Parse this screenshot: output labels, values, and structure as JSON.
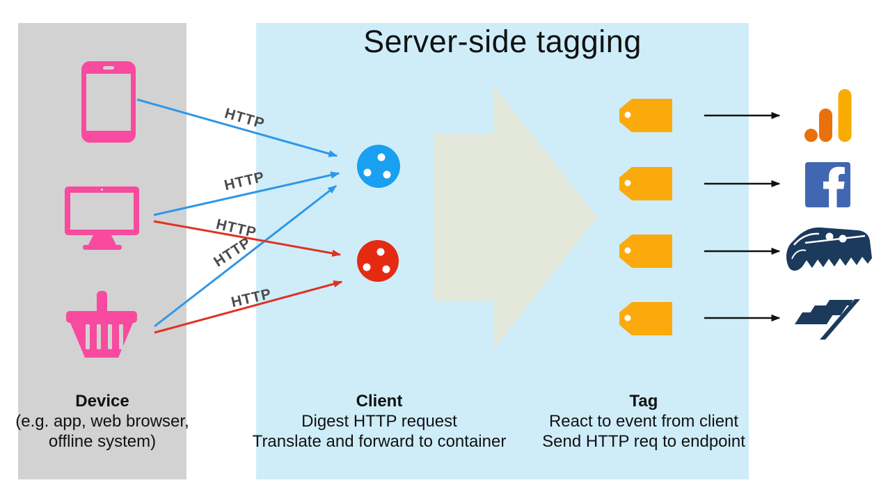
{
  "title": "Server-side tagging",
  "http_labels": [
    "HTTP",
    "HTTP",
    "HTTP",
    "HTTP",
    "HTTP"
  ],
  "sections": {
    "device": {
      "heading": "Device",
      "lines": [
        "(e.g. app, web browser,",
        "offline system)"
      ]
    },
    "client": {
      "heading": "Client",
      "lines": [
        "Digest HTTP request",
        "Translate and forward to container"
      ]
    },
    "tag": {
      "heading": "Tag",
      "lines": [
        "React to event from client",
        "Send HTTP req to endpoint"
      ]
    }
  },
  "icons": {
    "devices": [
      "smartphone-icon",
      "desktop-monitor-icon",
      "shopping-basket-icon"
    ],
    "clients": [
      "client-blue-circle-icon",
      "client-red-circle-icon"
    ],
    "flow": "big-right-arrow",
    "tags": [
      "price-tag-icon",
      "price-tag-icon",
      "price-tag-icon",
      "price-tag-icon"
    ],
    "endpoints": [
      "google-analytics-logo",
      "facebook-logo",
      "snowplow-logo",
      "striped-vendor-logo"
    ]
  },
  "colors": {
    "panel_gray": "#D2D2D2",
    "panel_blue": "#CEEDF9",
    "device_pink": "#F84A9E",
    "client_blue": "#19A0F0",
    "client_red": "#E52A12",
    "arrow_blue": "#2F97E6",
    "arrow_red": "#DF3222",
    "flow_arrow_fill": "#E2E7D9",
    "tag_orange": "#FBAA0D",
    "ga_orange": "#E8710A",
    "ga_yellow": "#F9AB00",
    "facebook_blue": "#4267B2",
    "vendor_navy": "#1B3A5C",
    "http_label_text": "#4B4B4B",
    "text": "#111111"
  }
}
